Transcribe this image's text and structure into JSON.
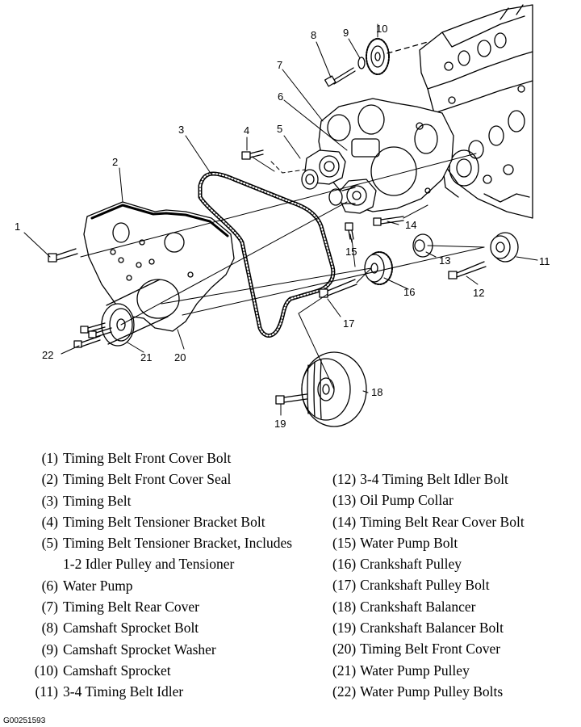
{
  "callouts": [
    "1",
    "2",
    "3",
    "4",
    "5",
    "6",
    "7",
    "8",
    "9",
    "10",
    "11",
    "12",
    "13",
    "14",
    "15",
    "16",
    "17",
    "18",
    "19",
    "20",
    "21",
    "22"
  ],
  "legend_left": [
    {
      "num": "(1)",
      "text": "Timing Belt Front Cover Bolt"
    },
    {
      "num": "(2)",
      "text": "Timing Belt Front Cover Seal"
    },
    {
      "num": "(3)",
      "text": "Timing Belt"
    },
    {
      "num": "(4)",
      "text": "Timing Belt Tensioner Bracket Bolt"
    },
    {
      "num": "(5)",
      "text": "Timing Belt Tensioner Bracket, Includes",
      "cont": "1-2 Idler Pulley and Tensioner"
    },
    {
      "num": "(6)",
      "text": "Water Pump"
    },
    {
      "num": "(7)",
      "text": "Timing Belt Rear Cover"
    },
    {
      "num": "(8)",
      "text": "Camshaft Sprocket Bolt"
    },
    {
      "num": "(9)",
      "text": "Camshaft Sprocket Washer"
    },
    {
      "num": "(10)",
      "text": "Camshaft Sprocket"
    },
    {
      "num": "(11)",
      "text": "3-4 Timing Belt Idler"
    }
  ],
  "legend_right": [
    {
      "num": "(12)",
      "text": "3-4 Timing Belt Idler Bolt"
    },
    {
      "num": "(13)",
      "text": "Oil Pump Collar"
    },
    {
      "num": "(14)",
      "text": "Timing Belt Rear Cover Bolt"
    },
    {
      "num": "(15)",
      "text": "Water Pump Bolt"
    },
    {
      "num": "(16)",
      "text": "Crankshaft Pulley"
    },
    {
      "num": "(17)",
      "text": "Crankshaft Pulley Bolt"
    },
    {
      "num": "(18)",
      "text": "Crankshaft Balancer"
    },
    {
      "num": "(19)",
      "text": "Crankshaft Balancer Bolt"
    },
    {
      "num": "(20)",
      "text": "Timing Belt Front Cover"
    },
    {
      "num": "(21)",
      "text": "Water Pump Pulley"
    },
    {
      "num": "(22)",
      "text": "Water Pump Pulley Bolts"
    }
  ],
  "figure_id": "G00251593"
}
